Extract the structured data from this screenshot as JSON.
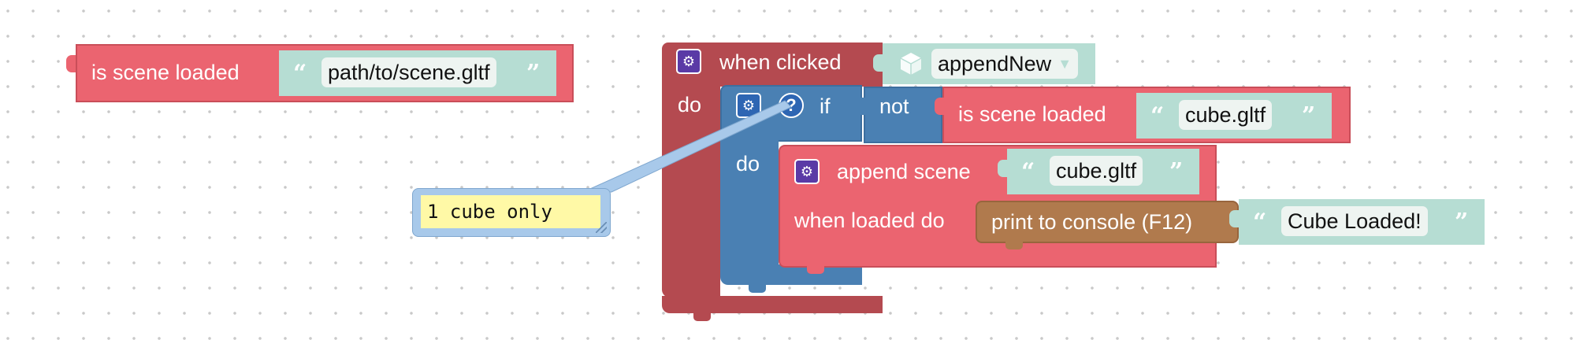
{
  "colors": {
    "logic_red": "#eb6470",
    "event_dark_red": "#b44a50",
    "control_blue": "#4a80b3",
    "text_teal": "#b6ddd3",
    "console_brown": "#b07a4d",
    "comment_yellow": "#fff9a6"
  },
  "floating_block": {
    "label": "is scene loaded",
    "value": "path/to/scene.gltf"
  },
  "event_block": {
    "label": "when clicked",
    "target_icon": "cube-icon",
    "dropdown_value": "appendNew",
    "do_label": "do"
  },
  "if_block": {
    "label": "if",
    "do_label": "do",
    "not_label": "not",
    "condition_label": "is scene loaded",
    "condition_value": "cube.gltf"
  },
  "append_block": {
    "label": "append scene",
    "value": "cube.gltf",
    "loaded_label": "when loaded do"
  },
  "print_block": {
    "label": "print to console (F12)",
    "value": "Cube Loaded!"
  },
  "comment": {
    "text": "1 cube only"
  },
  "icons": {
    "gear": "gear-icon",
    "help": "help-icon",
    "quote_open": "“",
    "quote_close": "”",
    "dropdown": "▼"
  }
}
